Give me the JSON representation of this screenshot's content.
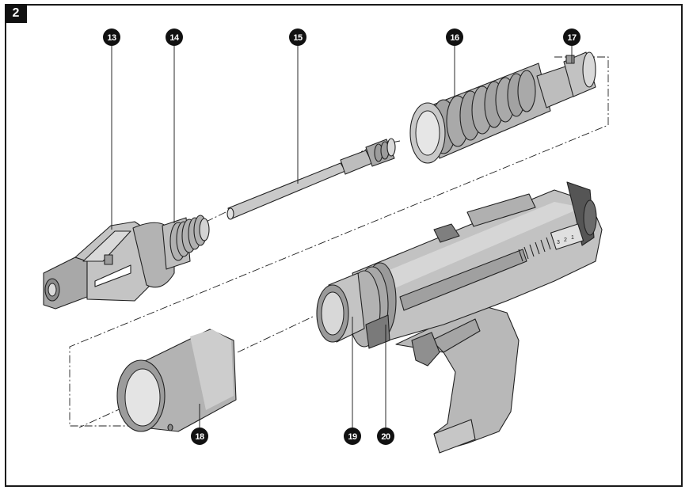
{
  "figure": {
    "number": "2"
  },
  "callouts": [
    {
      "id": "c13",
      "label": "13",
      "part": "nose-adapter"
    },
    {
      "id": "c14",
      "label": "14",
      "part": "threaded-collar"
    },
    {
      "id": "c15",
      "label": "15",
      "part": "piston-rod"
    },
    {
      "id": "c16",
      "label": "16",
      "part": "piston-guide"
    },
    {
      "id": "c17",
      "label": "17",
      "part": "guide-end-cap"
    },
    {
      "id": "c18",
      "label": "18",
      "part": "sleeve"
    },
    {
      "id": "c19",
      "label": "19",
      "part": "tool-front-bushing"
    },
    {
      "id": "c20",
      "label": "20",
      "part": "tool-threaded-ring"
    }
  ],
  "tool": {
    "selector_marks": [
      "3",
      "2",
      "1"
    ]
  },
  "colors": {
    "part_fill": "#bdbdbd",
    "part_dark": "#8a8a8a",
    "part_light": "#d9d9d9",
    "callout_bg": "#111111",
    "frame": "#1a1a1a"
  }
}
